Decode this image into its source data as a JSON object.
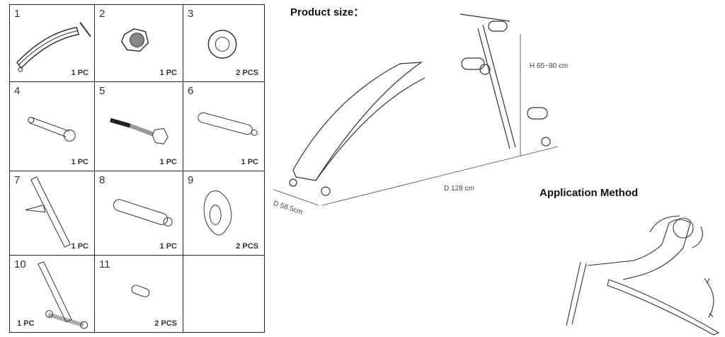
{
  "parts": [
    {
      "number": "1",
      "quantity": "1 PC"
    },
    {
      "number": "2",
      "quantity": "1 PC"
    },
    {
      "number": "3",
      "quantity": "2 PCS"
    },
    {
      "number": "4",
      "quantity": "1 PC"
    },
    {
      "number": "5",
      "quantity": "1 PC"
    },
    {
      "number": "6",
      "quantity": "1 PC"
    },
    {
      "number": "7",
      "quantity": "1 PC"
    },
    {
      "number": "8",
      "quantity": "1 PC"
    },
    {
      "number": "9",
      "quantity": "2 PCS"
    },
    {
      "number": "10",
      "quantity": "1 PC"
    },
    {
      "number": "11",
      "quantity": "2 PCS"
    }
  ],
  "product_size": {
    "title": "Product size：",
    "height": "H 65~80 cm",
    "depth_length": "D 128 cm",
    "depth_width": "D 58.5cm"
  },
  "application": {
    "title": "Application Method"
  }
}
